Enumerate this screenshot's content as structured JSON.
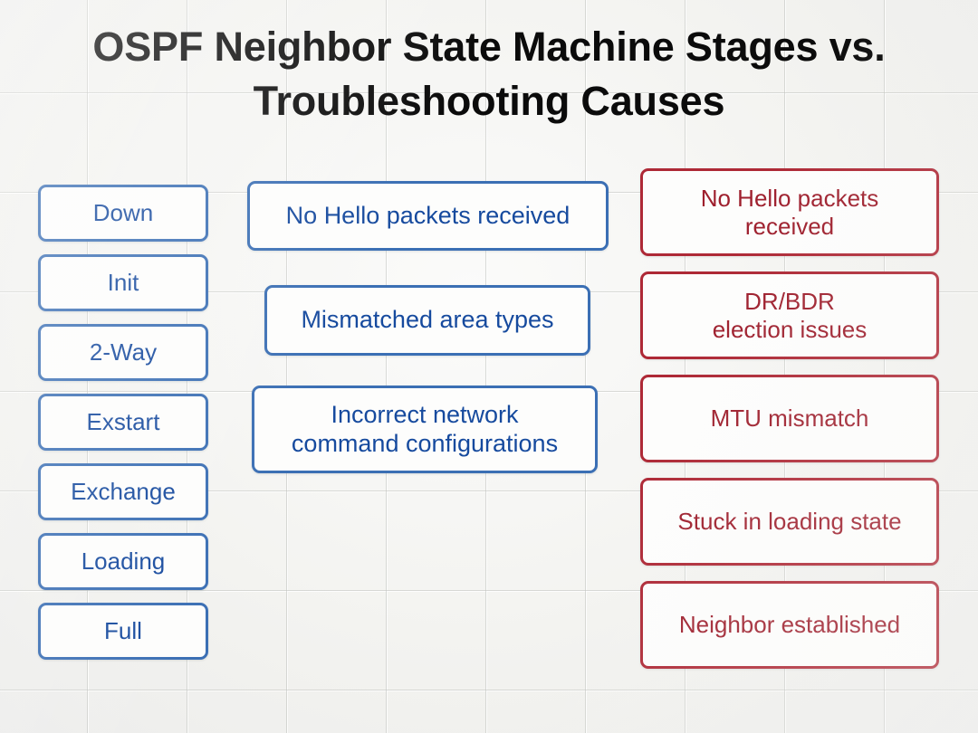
{
  "slide": {
    "title": "OSPF Neighbor State Machine Stages vs. Troubleshooting Causes",
    "title_line1": "OSPF Neighbor State Machine Stages vs.",
    "title_line2": "Troubleshooting Causes",
    "background": "#f5f5f3",
    "grid_color": "#bec0bc"
  },
  "colors": {
    "blue_border": "#3b6fb4",
    "blue_text": "#164a9e",
    "red_border": "#ae2936",
    "red_text": "#9e1f2d",
    "title_text": "#0b0b0b",
    "box_fill": "#fdfdfc"
  },
  "columns": {
    "states": {
      "name": "OSPF Neighbor State Machine Stages",
      "style": "blue",
      "items": [
        {
          "label": "Down"
        },
        {
          "label": "Init"
        },
        {
          "label": "2-Way"
        },
        {
          "label": "Exstart"
        },
        {
          "label": "Exchange"
        },
        {
          "label": "Loading"
        },
        {
          "label": "Full"
        }
      ]
    },
    "middle_causes": {
      "name": "Troubleshooting Causes (blue)",
      "style": "blue",
      "items": [
        {
          "label": "No Hello packets received"
        },
        {
          "label": "Mismatched area types"
        },
        {
          "label": "Incorrect network command configurations",
          "line1": "Incorrect network",
          "line2": "command configurations"
        }
      ]
    },
    "right_causes": {
      "name": "Troubleshooting Causes (red)",
      "style": "red",
      "items": [
        {
          "label": "No Hello packets received",
          "line1": "No Hello packets",
          "line2": "received"
        },
        {
          "label": "DR/BDR election issues",
          "line1": "DR/BDR",
          "line2": "election issues"
        },
        {
          "label": "MTU mismatch"
        },
        {
          "label": "Stuck in loading state"
        },
        {
          "label": "Neighbor established"
        }
      ]
    }
  }
}
